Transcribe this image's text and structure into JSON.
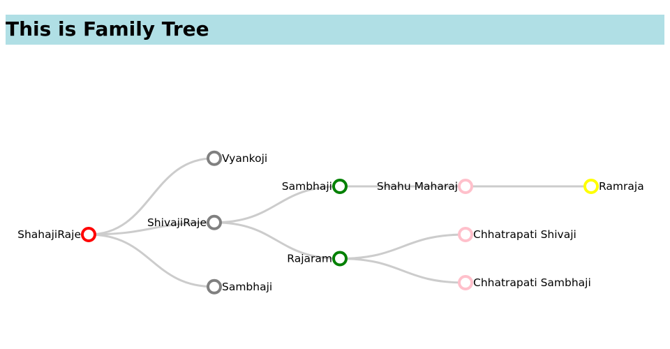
{
  "header": {
    "title": "This is Family Tree"
  },
  "tree": {
    "link_color": "#cccccc",
    "root": {
      "name": "ShahajiRaje",
      "color": "#ff0000",
      "children": [
        {
          "name": "Vyankoji",
          "color": "#808080"
        },
        {
          "name": "ShivajiRaje",
          "color": "#808080",
          "children": [
            {
              "name": "Sambhaji",
              "color": "#008000",
              "children": [
                {
                  "name": "Shahu Maharaj",
                  "color": "#ffc0cb",
                  "children": [
                    {
                      "name": "Ramraja",
                      "color": "#ffff00"
                    }
                  ]
                }
              ]
            },
            {
              "name": "Rajaram",
              "color": "#008000",
              "children": [
                {
                  "name": "Chhatrapati Shivaji",
                  "color": "#ffc0cb"
                },
                {
                  "name": "Chhatrapati Sambhaji",
                  "color": "#ffc0cb"
                }
              ]
            }
          ]
        },
        {
          "name": "Sambhaji",
          "color": "#808080"
        }
      ]
    }
  }
}
